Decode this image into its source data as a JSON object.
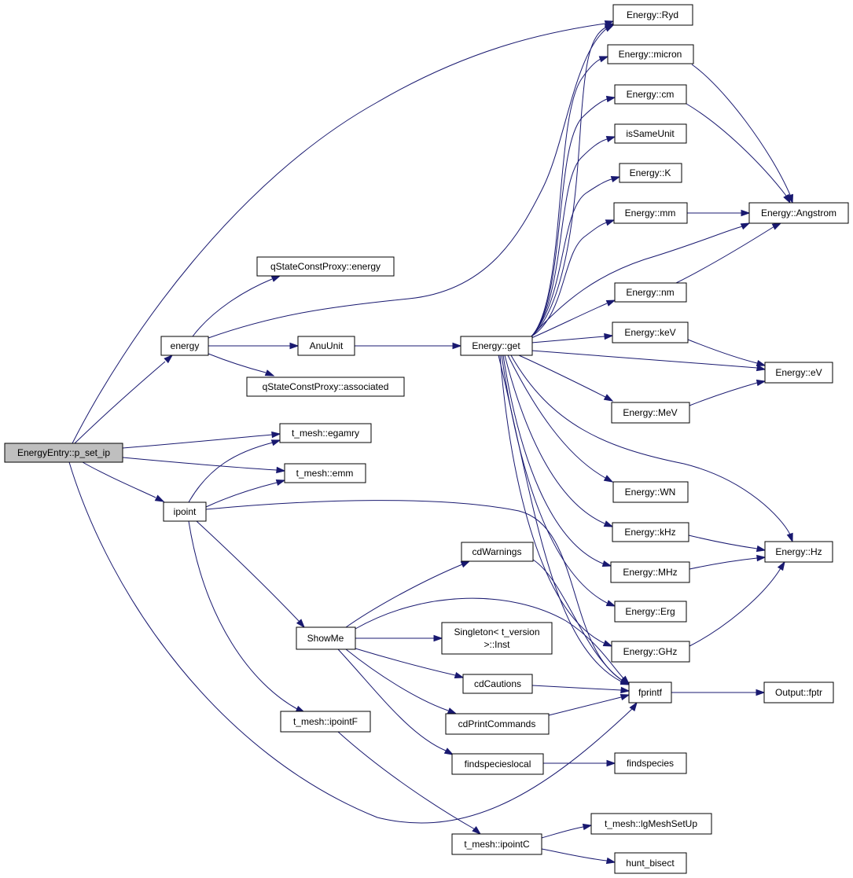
{
  "diagram": {
    "colors": {
      "edge": "#191970",
      "node_border": "#000000",
      "root_fill": "#bfbfbf",
      "node_fill": "#ffffff"
    },
    "nodes": {
      "root": "EnergyEntry::p_set_ip",
      "energy": "energy",
      "q_energy": "qStateConstProxy::energy",
      "anuunit": "AnuUnit",
      "q_assoc": "qStateConstProxy::associated",
      "egamry": "t_mesh::egamry",
      "emm": "t_mesh::emm",
      "ipoint": "ipoint",
      "showme": "ShowMe",
      "ipointF": "t_mesh::ipointF",
      "ipointC": "t_mesh::ipointC",
      "lgmesh": "t_mesh::lgMeshSetUp",
      "hunt": "hunt_bisect",
      "energy_get": "Energy::get",
      "cdwarnings": "cdWarnings",
      "singleton_line1": "Singleton< t_version",
      "singleton_line2": ">::Inst",
      "cdcautions": "cdCautions",
      "cdprint": "cdPrintCommands",
      "findspecieslocal": "findspecieslocal",
      "findspecies": "findspecies",
      "fprintf": "fprintf",
      "fptr": "Output::fptr",
      "ryd": "Energy::Ryd",
      "micron": "Energy::micron",
      "cm": "Energy::cm",
      "issameunit": "isSameUnit",
      "k": "Energy::K",
      "mm": "Energy::mm",
      "nm": "Energy::nm",
      "kev": "Energy::keV",
      "mev": "Energy::MeV",
      "wn": "Energy::WN",
      "khz": "Energy::kHz",
      "mhz": "Energy::MHz",
      "erg": "Energy::Erg",
      "ghz": "Energy::GHz",
      "angstrom": "Energy::Angstrom",
      "ev": "Energy::eV",
      "hz": "Energy::Hz"
    }
  }
}
